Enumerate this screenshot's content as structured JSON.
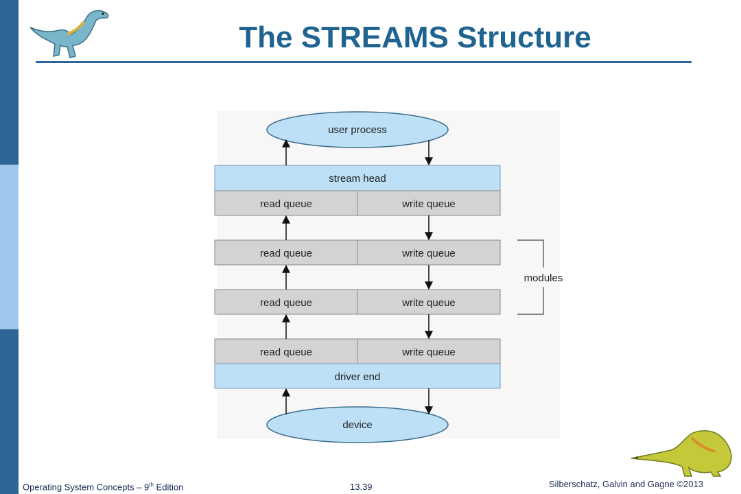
{
  "slide": {
    "title": "The STREAMS Structure"
  },
  "diagram": {
    "user_process": "user process",
    "stream_head": "stream head",
    "read_queue": "read queue",
    "write_queue": "write queue",
    "modules_label": "modules",
    "driver_end": "driver end",
    "device": "device"
  },
  "footer": {
    "course_prefix": "Operating System Concepts – 9",
    "course_sup": "th",
    "course_suffix": " Edition",
    "page_number": "13.39",
    "copyright": "Silberschatz, Galvin and Gagne ©2013"
  },
  "colors": {
    "accent": "#2e6496",
    "sidebar_light": "#9fc8ec",
    "title": "#1f6391",
    "ellipse_fill": "#bde0f6",
    "head_fill": "#bde0f6",
    "queue_fill": "#d3d3d3"
  }
}
